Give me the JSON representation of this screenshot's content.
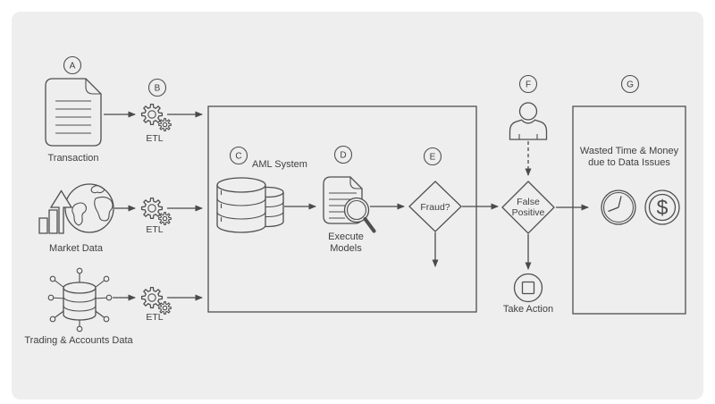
{
  "colors": {
    "page_bg": "#ffffff",
    "panel_bg": "#eeeeee",
    "stroke": "#4f4f4f",
    "text": "#3f3f3f"
  },
  "badges": {
    "a": "A",
    "b": "B",
    "c": "C",
    "d": "D",
    "e": "E",
    "f": "F",
    "g": "G"
  },
  "sources": {
    "transaction": {
      "label": "Transaction"
    },
    "market_data": {
      "label": "Market Data"
    },
    "trading_accounts": {
      "label": "Trading & Accounts Data"
    }
  },
  "etl": {
    "label": "ETL"
  },
  "aml": {
    "label": "AML System"
  },
  "execute_models": {
    "line1": "Execute",
    "line2": "Models"
  },
  "fraud": {
    "label": "Fraud?"
  },
  "false_positive": {
    "line1": "False",
    "line2": "Positive"
  },
  "take_action": {
    "label": "Take Action"
  },
  "outcome": {
    "line1": "Wasted Time & Money",
    "line2": "due to Data Issues"
  },
  "icons": {
    "dollar_glyph": "$"
  }
}
